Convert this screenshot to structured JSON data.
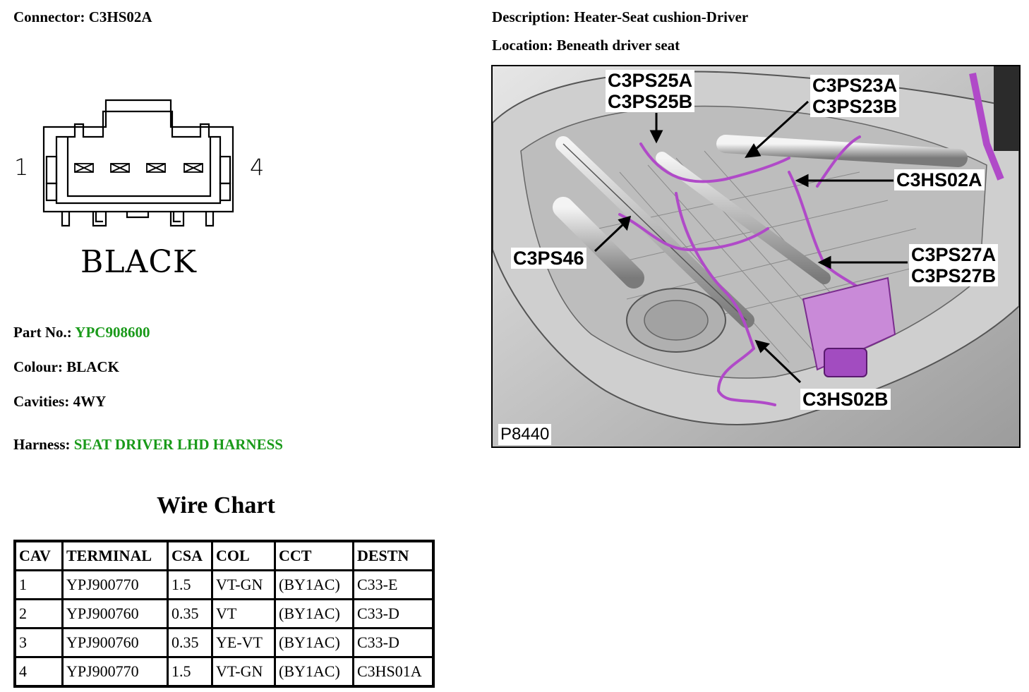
{
  "header": {
    "connector_label": "Connector:",
    "connector_value": "C3HS02A",
    "description_label": "Description:",
    "description_value": "Heater-Seat cushion-Driver",
    "location_label": "Location:",
    "location_value": "Beneath driver seat"
  },
  "connector_diagram": {
    "pin_left": "1",
    "pin_right": "4",
    "colour_text": "BLACK",
    "cavity_count": 4
  },
  "details": {
    "part_no_label": "Part No.:",
    "part_no_value": "YPC908600",
    "colour_label": "Colour:",
    "colour_value": "BLACK",
    "cavities_label": "Cavities:",
    "cavities_value": "4WY",
    "harness_label": "Harness:",
    "harness_value": "SEAT DRIVER LHD HARNESS",
    "link_color": "#1a9a1a"
  },
  "wire_chart": {
    "title": "Wire Chart",
    "columns": [
      "CAV",
      "TERMINAL",
      "CSA",
      "COL",
      "CCT",
      "DESTN"
    ],
    "rows": [
      [
        "1",
        "YPJ900770",
        "1.5",
        "VT-GN",
        "(BY1AC)",
        "C33-E"
      ],
      [
        "2",
        "YPJ900760",
        "0.35",
        "VT",
        "(BY1AC)",
        "C33-D"
      ],
      [
        "3",
        "YPJ900760",
        "0.35",
        "YE-VT",
        "(BY1AC)",
        "C33-D"
      ],
      [
        "4",
        "YPJ900770",
        "1.5",
        "VT-GN",
        "(BY1AC)",
        "C3HS01A"
      ]
    ]
  },
  "photo": {
    "figure_id": "P8440",
    "harness_color": "#b04ac8",
    "callouts": {
      "c3ps25": [
        "C3PS25A",
        "C3PS25B"
      ],
      "c3ps23": [
        "C3PS23A",
        "C3PS23B"
      ],
      "c3hs02a": "C3HS02A",
      "c3ps46": "C3PS46",
      "c3ps27": [
        "C3PS27A",
        "C3PS27B"
      ],
      "c3hs02b": "C3HS02B"
    }
  }
}
